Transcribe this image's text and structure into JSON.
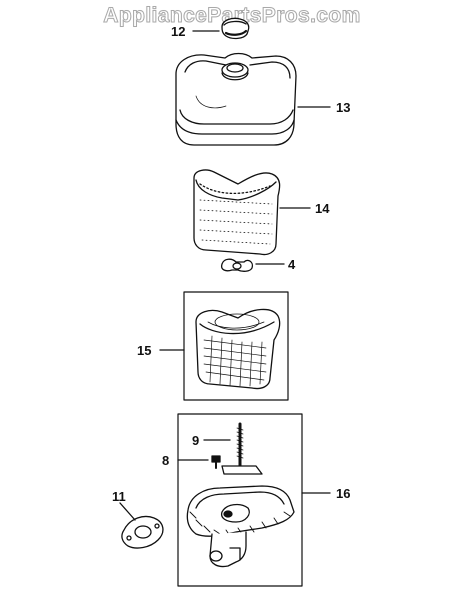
{
  "watermark": "AppliancePartsPros.com",
  "parts": [
    {
      "number": "12",
      "name": "fuel-cap-knob"
    },
    {
      "number": "13",
      "name": "air-cleaner-cover"
    },
    {
      "number": "14",
      "name": "precleaner"
    },
    {
      "number": "4",
      "name": "wing-nut"
    },
    {
      "number": "15",
      "name": "air-filter-element"
    },
    {
      "number": "9",
      "name": "stud"
    },
    {
      "number": "8",
      "name": "screw"
    },
    {
      "number": "11",
      "name": "gasket"
    },
    {
      "number": "16",
      "name": "air-cleaner-base-assembly"
    }
  ],
  "colors": {
    "line": "#111111",
    "watermark": "#a9a9a9",
    "background": "#ffffff"
  }
}
